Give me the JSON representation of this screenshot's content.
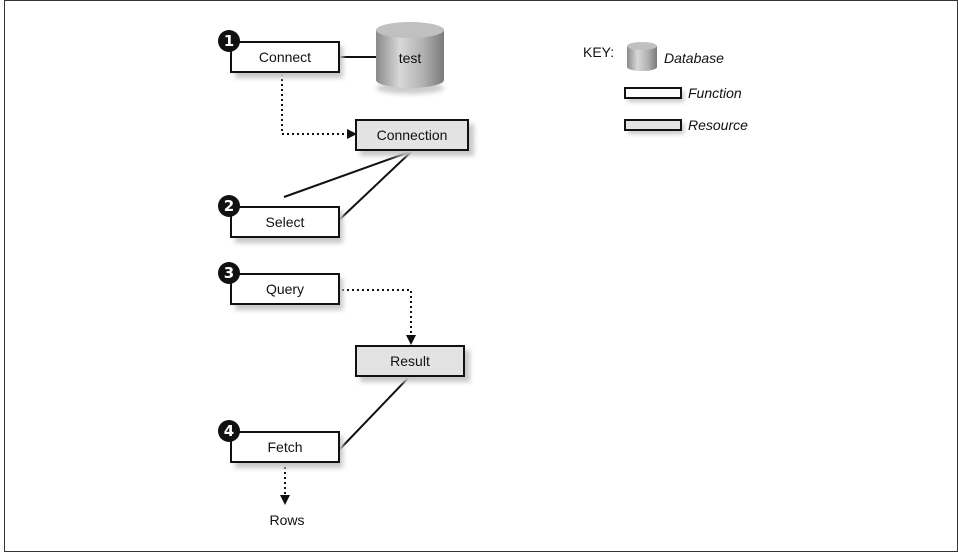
{
  "diagram": {
    "steps": [
      {
        "number": "1",
        "label": "Connect"
      },
      {
        "number": "2",
        "label": "Select"
      },
      {
        "number": "3",
        "label": "Query"
      },
      {
        "number": "4",
        "label": "Fetch"
      }
    ],
    "resources": {
      "connection": "Connection",
      "result": "Result"
    },
    "database": "test",
    "output": "Rows"
  },
  "key": {
    "title": "KEY:",
    "database": "Database",
    "function": "Function",
    "resource": "Resource"
  },
  "colors": {
    "function_fill": "#ffffff",
    "resource_fill": "#e3e3e3",
    "stroke": "#111111",
    "shadow": "#c8c8c8"
  }
}
